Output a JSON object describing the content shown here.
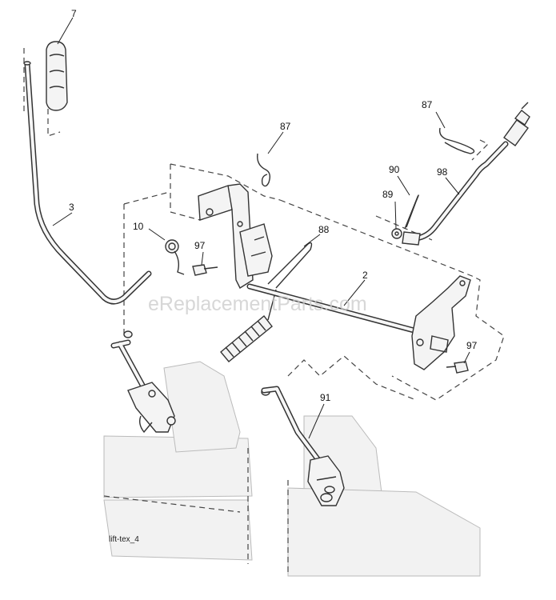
{
  "callouts": [
    {
      "id": "7",
      "text": "7"
    },
    {
      "id": "87a",
      "text": "87"
    },
    {
      "id": "87b",
      "text": "87"
    },
    {
      "id": "90",
      "text": "90"
    },
    {
      "id": "98",
      "text": "98"
    },
    {
      "id": "89",
      "text": "89"
    },
    {
      "id": "3",
      "text": "3"
    },
    {
      "id": "10",
      "text": "10"
    },
    {
      "id": "97a",
      "text": "97"
    },
    {
      "id": "88",
      "text": "88"
    },
    {
      "id": "2",
      "text": "2"
    },
    {
      "id": "97b",
      "text": "97"
    },
    {
      "id": "91",
      "text": "91"
    }
  ],
  "diagram_code": "lift-tex_4",
  "watermark": "eReplacementParts.com"
}
